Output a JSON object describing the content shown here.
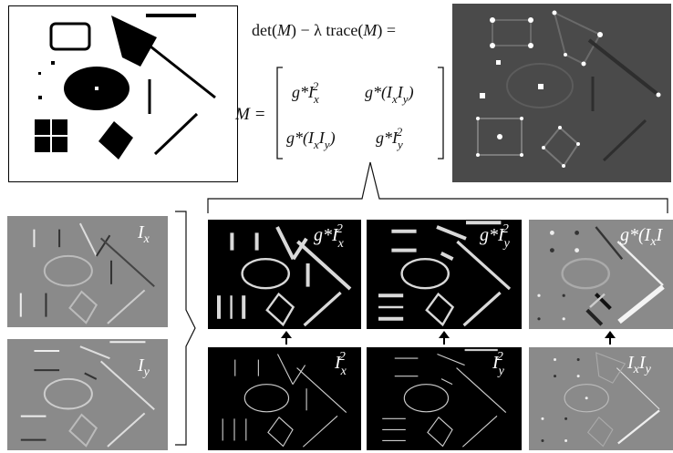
{
  "equation_top": {
    "prefix": "det(",
    "m1": "M",
    "mid": ") − λ  trace(",
    "m2": "M",
    "suffix": ") ="
  },
  "matrix": {
    "lhs": "M =",
    "a11": "g*I",
    "a11_sub": "x",
    "a11_sup": "2",
    "a12": "g*(I",
    "a12_sub1": "x",
    "a12_mid": "I",
    "a12_sub2": "y",
    "a12_end": ")",
    "a21": "g*(I",
    "a21_sub1": "x",
    "a21_mid": "I",
    "a21_sub2": "y",
    "a21_end": ")",
    "a22": "g*I",
    "a22_sub": "y",
    "a22_sup": "2"
  },
  "panel_labels": {
    "ix_base": "I",
    "ix_sub": "x",
    "iy_base": "I",
    "iy_sub": "y",
    "gix2_base": "g*I",
    "gix2_sub": "x",
    "gix2_sup": "2",
    "giy2_base": "g*I",
    "giy2_sub": "y",
    "giy2_sup": "2",
    "gixiy_base": "g*(I",
    "gixiy_sub1": "x",
    "gixiy_mid": "I",
    "ix2_base": "I",
    "ix2_sub": "x",
    "ix2_sup": "2",
    "iy2_base": "I",
    "iy2_sub": "y",
    "iy2_sup": "2",
    "ixiy_base": "I",
    "ixiy_sub1": "x",
    "ixiy_mid": "I",
    "ixiy_sub2": "y"
  },
  "colors": {
    "gray_panel": "#8a8a8a",
    "dark_panel": "#4a4a4a",
    "black_panel": "#000000",
    "white_panel": "#ffffff"
  }
}
